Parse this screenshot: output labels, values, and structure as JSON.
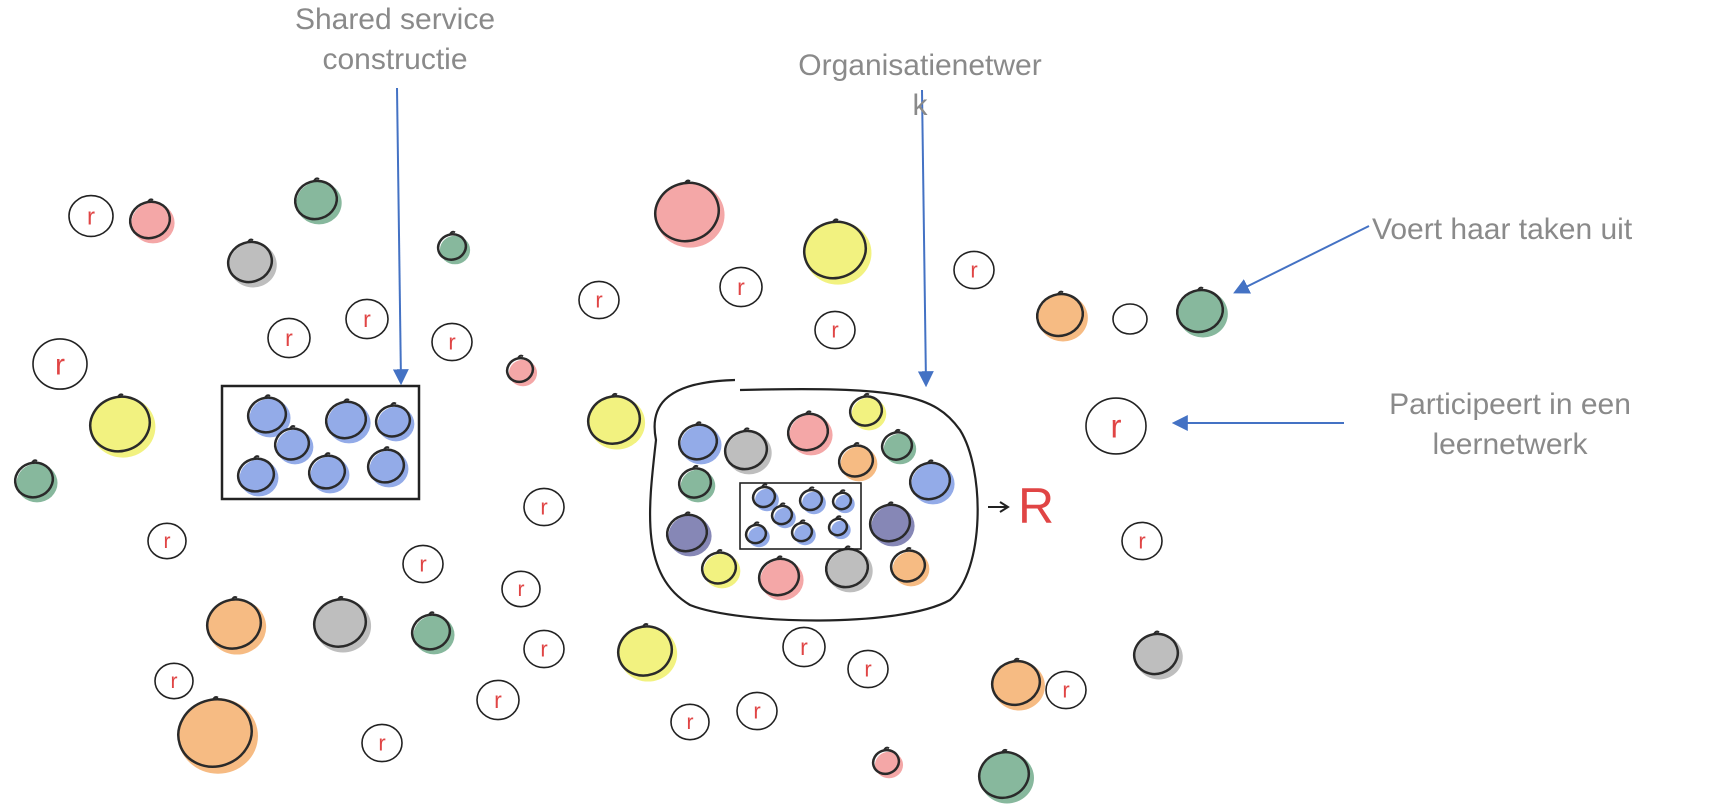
{
  "labels": {
    "shared_service": "Shared service\nconstructie",
    "organisatienetwerk": "Organisatienetwer\nk",
    "voert": "Voert haar taken uit",
    "participeert": "Participeert in een\nleernetwerk",
    "big_r": "R",
    "small_r": "r"
  },
  "colors": {
    "arrow": "#4472c4",
    "label": "#8a8a8a",
    "r_letter": "#e04545",
    "blue": "#6f8fe0",
    "navy": "#5e5f9e",
    "red": "#f08a8a",
    "gray": "#a8a8a8",
    "green": "#5fa07c",
    "yellow": "#eeee55",
    "orange": "#f3a45a"
  },
  "icons": [
    "r-circle-icon",
    "colored-blob-icon",
    "rectangle-container-icon",
    "rounded-container-icon",
    "arrow-icon"
  ]
}
